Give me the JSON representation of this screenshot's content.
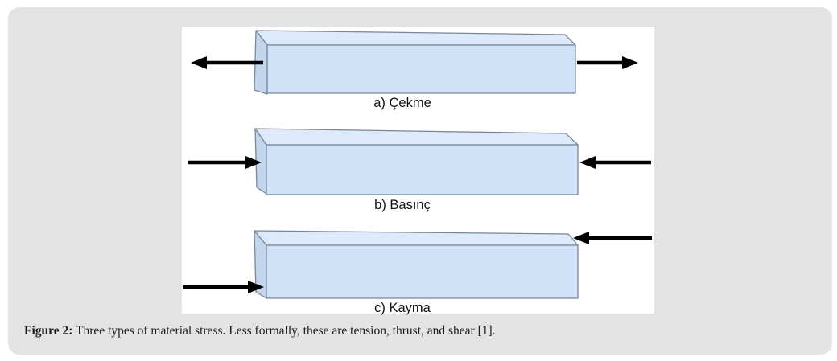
{
  "page": {
    "background": "#ffffff"
  },
  "card": {
    "background": "#e3e3e3"
  },
  "figure": {
    "background": "#ffffff",
    "boxes": [
      {
        "label": "a) Çekme"
      },
      {
        "label": "b) Basınç"
      },
      {
        "label": "c) Kayma"
      }
    ],
    "colors": {
      "box_front": "#cfe2f7",
      "box_top": "#dceafb",
      "box_side": "#c2d6ee",
      "edge": "#7b8794",
      "arrow": "#000000"
    }
  },
  "caption": {
    "bold": "Figure 2:",
    "text": " Three types of material stress. Less formally, these are tension, thrust, and shear [1]."
  }
}
